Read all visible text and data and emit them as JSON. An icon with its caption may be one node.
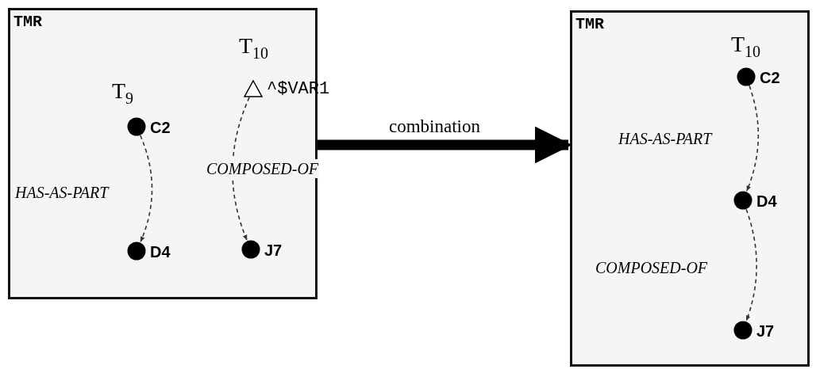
{
  "diagram": {
    "nodes": [
      {
        "text": [
          "TMR"
        ]
      },
      {
        "text": [],
        "shape": "circle",
        "beside": [
          "C2"
        ],
        "in": 0
      },
      {
        "text": [],
        "shape": "circle",
        "beside": [
          "D4"
        ],
        "in": 0
      },
      {
        "text": [],
        "shape": "triangle",
        "beside": [
          "^$VAR1"
        ],
        "in": 0
      },
      {
        "text": [],
        "shape": "circle",
        "beside": [
          "J7"
        ],
        "in": 0
      },
      {
        "text": [
          "TMR"
        ]
      },
      {
        "text": [],
        "shape": "circle",
        "beside": [
          "C2"
        ],
        "in": 5
      },
      {
        "text": [],
        "shape": "circle",
        "beside": [
          "D4"
        ],
        "in": 5
      },
      {
        "text": [],
        "shape": "circle",
        "beside": [
          "J7"
        ],
        "in": 5
      }
    ],
    "edges": [
      {
        "from": 1,
        "to": 2,
        "arrow": "to",
        "label": "HAS-AS-PART",
        "style": "dashed"
      },
      {
        "from": 3,
        "to": 4,
        "arrow": "to",
        "label": "COMPOSED-OF",
        "style": "dashed"
      },
      {
        "from": 0,
        "to": 5,
        "arrow": "to",
        "label": "combination",
        "style": "thick"
      },
      {
        "from": 6,
        "to": 7,
        "arrow": "to",
        "label": "HAS-AS-PART",
        "style": "dashed"
      },
      {
        "from": 7,
        "to": 8,
        "arrow": "to",
        "label": "COMPOSED-OF",
        "style": "dashed"
      }
    ],
    "labels": [
      "T$_{9}$",
      "T$_{10}$",
      "T$_{10}$"
    ]
  }
}
